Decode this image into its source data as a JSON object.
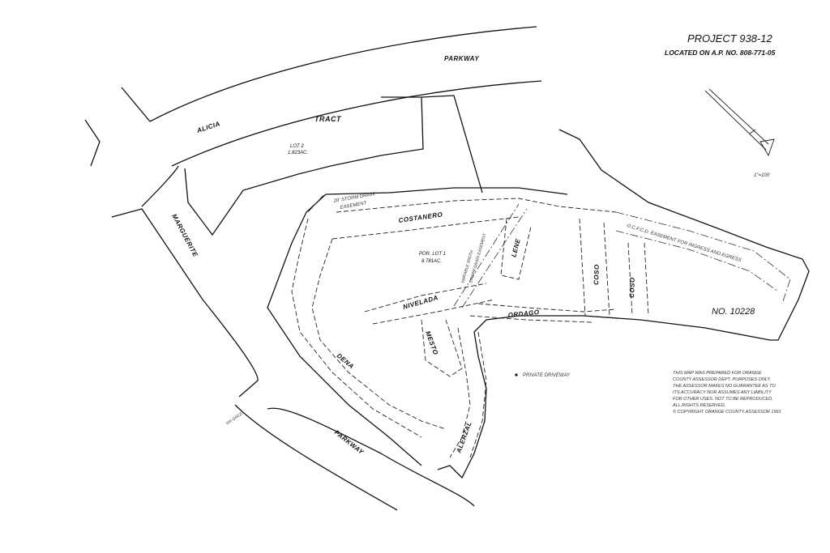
{
  "header": {
    "project": "PROJECT 938-12",
    "located_on": "LOCATED ON A.P. NO. 808-771-05"
  },
  "scale": "1\"=100'",
  "streets": {
    "parkway_top": "PARKWAY",
    "parkway_bottom": "PARKWAY",
    "alicia": "ALICIA",
    "marguerite": "MARGUERITE",
    "via_gaeza": "VIA GAEZA",
    "costanero": "COSTANERO",
    "lene": "LENE",
    "coso_1": "COSO",
    "coso_2": "COSO",
    "nivelada": "NIVELADA",
    "ordago": "ORDAGO",
    "mesto": "MESTO",
    "dena": "DENA",
    "alerzal": "ALERZAL"
  },
  "parcels": {
    "tract": "TRACT",
    "lot2": "LOT 2",
    "lot2_area": "1.823AC.",
    "lot1": "POR. LOT 1",
    "lot1_area": "8.781AC.",
    "tract_no": "NO. 10228"
  },
  "easements": {
    "storm_drain_1": "20' STORM DRAIN",
    "storm_drain_2": "EASEMENT",
    "variable_width_1": "VARIABLE WIDTH",
    "variable_width_2": "STORM DRAIN EASEMENT",
    "ingress": "O.C.F.C.D. EASEMENT FOR INGRESS AND EGRESS"
  },
  "legend": {
    "private_driveway": "PRIVATE DRIVEWAY"
  },
  "disclaimer": [
    "THIS MAP WAS PREPARED FOR ORANGE",
    "COUNTY ASSESSOR DEPT. PURPOSES ONLY.",
    "THE ASSESSOR MAKES NO GUARANTEE AS TO",
    "ITS ACCURACY NOR ASSUMES ANY LIABILITY",
    "FOR OTHER USES. NOT TO BE REPRODUCED.",
    "ALL RIGHTS RESERVED.",
    "© COPYRIGHT ORANGE COUNTY ASSESSOR 1991"
  ]
}
